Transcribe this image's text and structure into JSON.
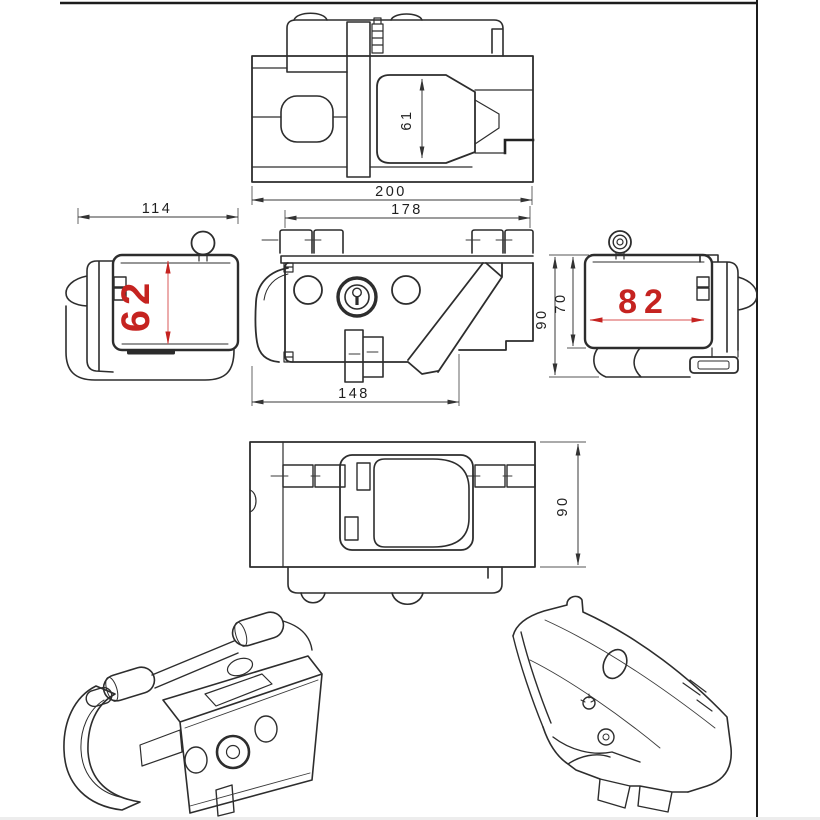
{
  "drawing": {
    "background": "#ffffff",
    "frame_color": "#1c1c1c",
    "line_color": "#2d2d2d",
    "dimension_color": "#1f1f1f",
    "highlight_color": "#c52320",
    "highlight_line_color": "#e07575"
  },
  "dimensions": {
    "top_view": {
      "depth": "61",
      "overall_width": "200",
      "mount_width": "178"
    },
    "left_view": {
      "width": "114",
      "height_red": "62"
    },
    "front_view": {
      "base_width": "148"
    },
    "right_view": {
      "overall_height": "90",
      "body_height": "70",
      "width_red": "82"
    },
    "bottom_view": {
      "depth": "90"
    }
  }
}
